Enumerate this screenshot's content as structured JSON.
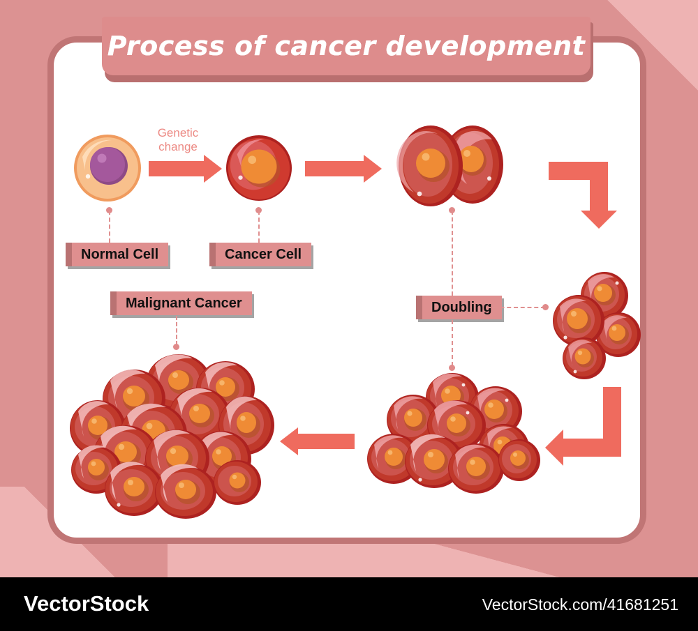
{
  "title": "Process of cancer development",
  "theme": {
    "background": "#dc9292",
    "panel": "#ffffff",
    "panel_border": "#c07575",
    "banner": "#dd8c8c",
    "label_bg": "#df8f8f",
    "label_accent": "#b97272",
    "arrow": "#ef6b5e",
    "connector": "#e09090",
    "cell_outer": "#c0392b",
    "cell_nucleus": "#ef8b35",
    "normal_cell_outer": "#f6b182",
    "normal_cell_nucleus": "#a4589c"
  },
  "annotations": {
    "genetic_change": "Genetic\nchange",
    "genetic_change_line1": "Genetic",
    "genetic_change_line2": "change"
  },
  "labels": [
    {
      "id": "normal-cell",
      "text": "Normal Cell"
    },
    {
      "id": "cancer-cell",
      "text": "Cancer Cell"
    },
    {
      "id": "doubling",
      "text": "Doubling"
    },
    {
      "id": "malignant-cancer",
      "text": "Malignant Cancer"
    }
  ],
  "stages": [
    {
      "id": "normal-cell",
      "label": "Normal Cell",
      "cell_count": 1,
      "type": "normal"
    },
    {
      "id": "cancer-cell",
      "label": "Cancer Cell",
      "cell_count": 1,
      "type": "cancer"
    },
    {
      "id": "two-cells",
      "label": "Doubling",
      "cell_count": 2,
      "type": "cancer"
    },
    {
      "id": "four-cells",
      "label": "Doubling",
      "cell_count": 4,
      "type": "cancer"
    },
    {
      "id": "eight-cells",
      "label": "Doubling",
      "cell_count": 9,
      "type": "cancer"
    },
    {
      "id": "tumor-mass",
      "label": "Malignant Cancer",
      "cell_count": 16,
      "type": "cancer"
    }
  ],
  "footer": {
    "brand": "VectorStock",
    "url": "VectorStock.com/41681251"
  }
}
